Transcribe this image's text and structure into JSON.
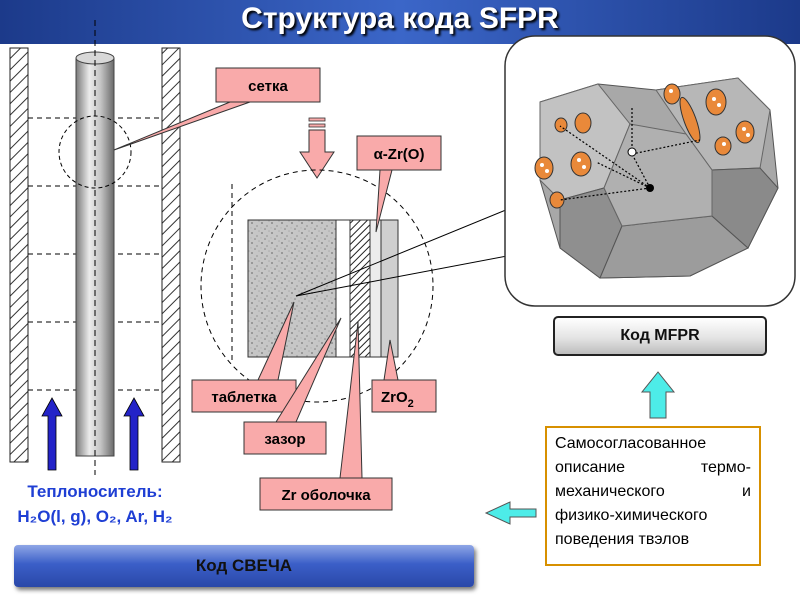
{
  "title": "Структура кода SFPR",
  "callouts": {
    "mesh": "сетка",
    "alpha_zr": "α-Zr(O)",
    "pellet": "таблетка",
    "gap": "зазор",
    "cladding": "Zr оболочка",
    "zro2": "ZrO",
    "zro2_sub": "2"
  },
  "coolant": {
    "line1": "Теплоноситель:",
    "line2": "H₂O(l, g), O₂, Ar, H₂"
  },
  "bottom_bar_label": "Код СВЕЧА",
  "mfpr_label": "Код MFPR",
  "description_lines": [
    "Самосогласованное",
    "описание термо-",
    "механического и",
    "физико-химического",
    "поведения твэлов"
  ],
  "colors": {
    "callout_fill": "#f9aaaa",
    "arrow_fill": "#f9aaaa",
    "cyan_arrow": "#4dece8",
    "flow_arrow": "#2323c8",
    "coolant_text": "#1f3fd4",
    "title_bar": "#2a4fb0",
    "desc_border": "#d79000"
  }
}
